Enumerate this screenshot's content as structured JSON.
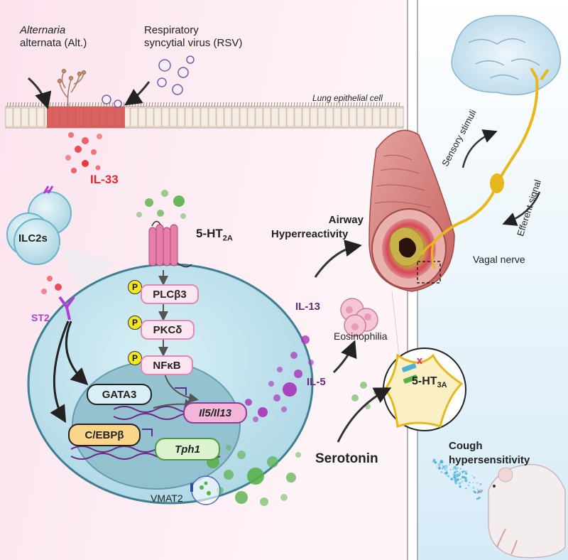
{
  "labels": {
    "alternaria_line1": "Alternaria",
    "alternaria_line2": "alternata (Alt.)",
    "rsv_line1": "Respiratory",
    "rsv_line2": "syncytial virus (RSV)",
    "lung_epithelial": "Lung epithelial cell",
    "il33": "IL-33",
    "ilc2s": "ILC2s",
    "st2": "ST2",
    "receptor_2a": "5-HT2A",
    "plcb3": "PLCβ3",
    "pkcd": "PKCδ",
    "nfkb": "NFκB",
    "p": "P",
    "gata3": "GATA3",
    "cebpb": "C/EBPβ",
    "il5il13": "Il5/Il13",
    "tph1": "Tph1",
    "vmat2": "VMAT2",
    "il13": "IL-13",
    "il5": "IL-5",
    "eosinophilia": "Eosinophilia",
    "airway_line1": "Airway",
    "airway_line2": "Hyperreactivity",
    "vagal_nerve": "Vagal nerve",
    "sensory_stimuli": "Sensory stimuli",
    "efferent_signal": "Efferent signal",
    "receptor_3a": "5-HT3A",
    "serotonin": "Serotonin",
    "cough_line1": "Cough",
    "cough_line2": "hypersensitivity"
  },
  "colors": {
    "il33_red": "#e8262f",
    "st2_purple": "#b23fcf",
    "serotonin_green": "#59b04a",
    "il_purple": "#a832b8",
    "cell_blue": "#bfe3ee",
    "nucleus_teal": "#8fc0cd",
    "badge_yellow": "#f3e81d"
  }
}
